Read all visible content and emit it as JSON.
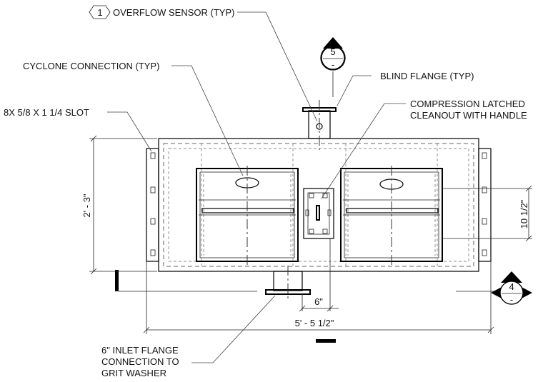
{
  "callouts": {
    "overflow_sensor": {
      "tag": "1",
      "text": "OVERFLOW SENSOR (TYP)"
    },
    "cyclone_connection": "CYCLONE CONNECTION (TYP)",
    "blind_flange": "BLIND FLANGE (TYP)",
    "slot": "8X 5/8 X 1 1/4 SLOT",
    "cleanout_line1": "COMPRESSION LATCHED",
    "cleanout_line2": "CLEANOUT WITH HANDLE",
    "inlet_line1": "6\" INLET FLANGE",
    "inlet_line2": "CONNECTION TO",
    "inlet_line3": "GRIT WASHER"
  },
  "section_markers": {
    "top": {
      "number": "5",
      "sheet": "-"
    },
    "right": {
      "number": "4",
      "sheet": "-"
    }
  },
  "dimensions": {
    "height": "2' - 3\"",
    "inner_height": "10 1/2\"",
    "offset": "6\"",
    "overall_length": "5' - 5 1/2\""
  }
}
